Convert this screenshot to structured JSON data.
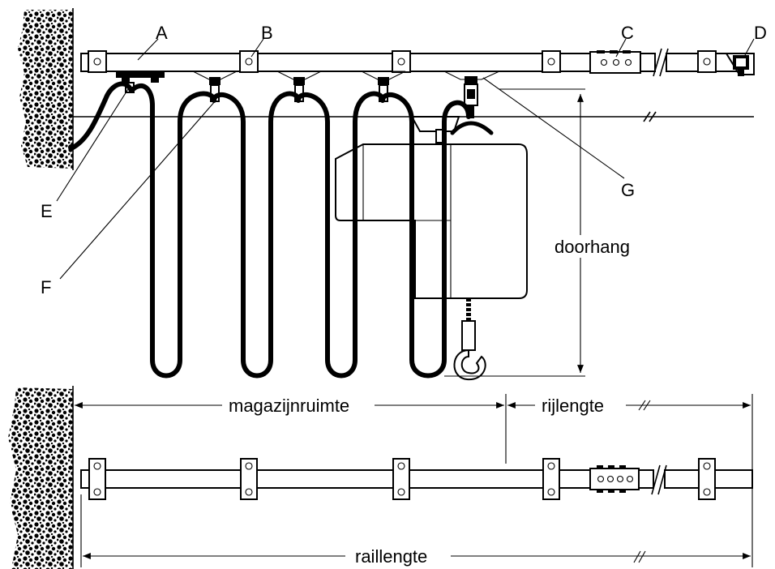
{
  "labels": {
    "A": "A",
    "B": "B",
    "C": "C",
    "D": "D",
    "E": "E",
    "F": "F",
    "G": "G"
  },
  "dimensions": {
    "sag": "doorhang",
    "storage_space": "magazijnruimte",
    "travel_length": "rijlengte",
    "rail_length": "raillengte"
  }
}
